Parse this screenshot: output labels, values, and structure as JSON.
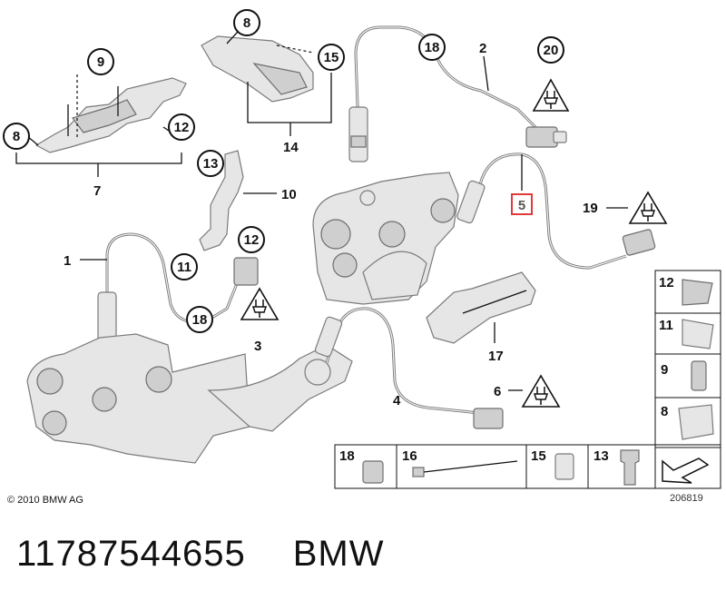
{
  "diagram": {
    "callouts_circled": [
      "8",
      "9",
      "12",
      "15",
      "18",
      "13",
      "12",
      "11",
      "18",
      "19",
      "20",
      "6",
      "3"
    ],
    "callouts_plain": [
      "7",
      "14",
      "2",
      "10",
      "1",
      "4",
      "17"
    ],
    "highlighted": "5",
    "side_legend": [
      "12",
      "11",
      "9",
      "8"
    ],
    "bottom_legend": [
      "18",
      "16",
      "15",
      "13"
    ],
    "copyright": "© 2010 BMW AG",
    "image_number": "206819"
  },
  "footer": {
    "part_number": "11787544655",
    "brand": "BMW"
  }
}
